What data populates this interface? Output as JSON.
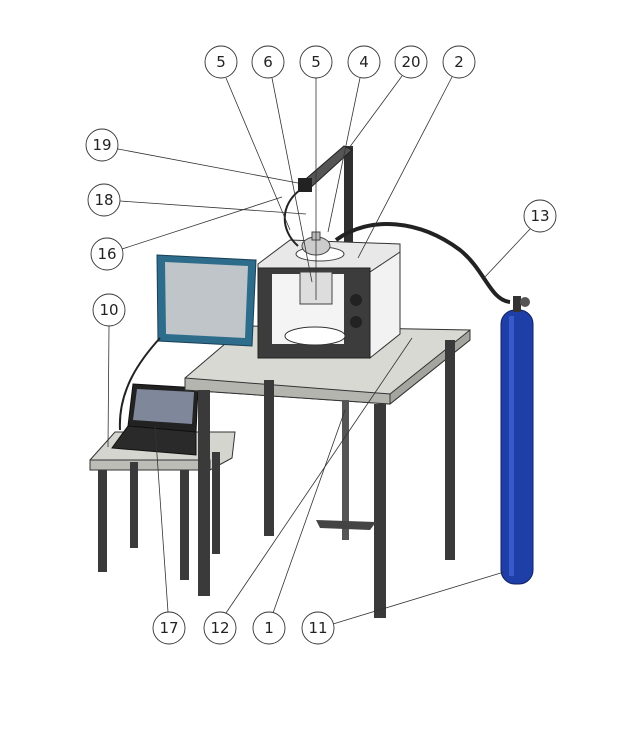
{
  "callouts": [
    {
      "id": "c5a",
      "label": "5"
    },
    {
      "id": "c6",
      "label": "6"
    },
    {
      "id": "c5b",
      "label": "5"
    },
    {
      "id": "c4",
      "label": "4"
    },
    {
      "id": "c20",
      "label": "20"
    },
    {
      "id": "c2",
      "label": "2"
    },
    {
      "id": "c19",
      "label": "19"
    },
    {
      "id": "c18",
      "label": "18"
    },
    {
      "id": "c16",
      "label": "16"
    },
    {
      "id": "c13",
      "label": "13"
    },
    {
      "id": "c10",
      "label": "10"
    },
    {
      "id": "c17",
      "label": "17"
    },
    {
      "id": "c12",
      "label": "12"
    },
    {
      "id": "c1",
      "label": "1"
    },
    {
      "id": "c11",
      "label": "11"
    }
  ],
  "colors": {
    "cylinder": "#1f3fa8",
    "door": "#2e6c8c",
    "table": "#d9d9d4",
    "legs": "#3a3a3a",
    "oven": "#ececec"
  }
}
